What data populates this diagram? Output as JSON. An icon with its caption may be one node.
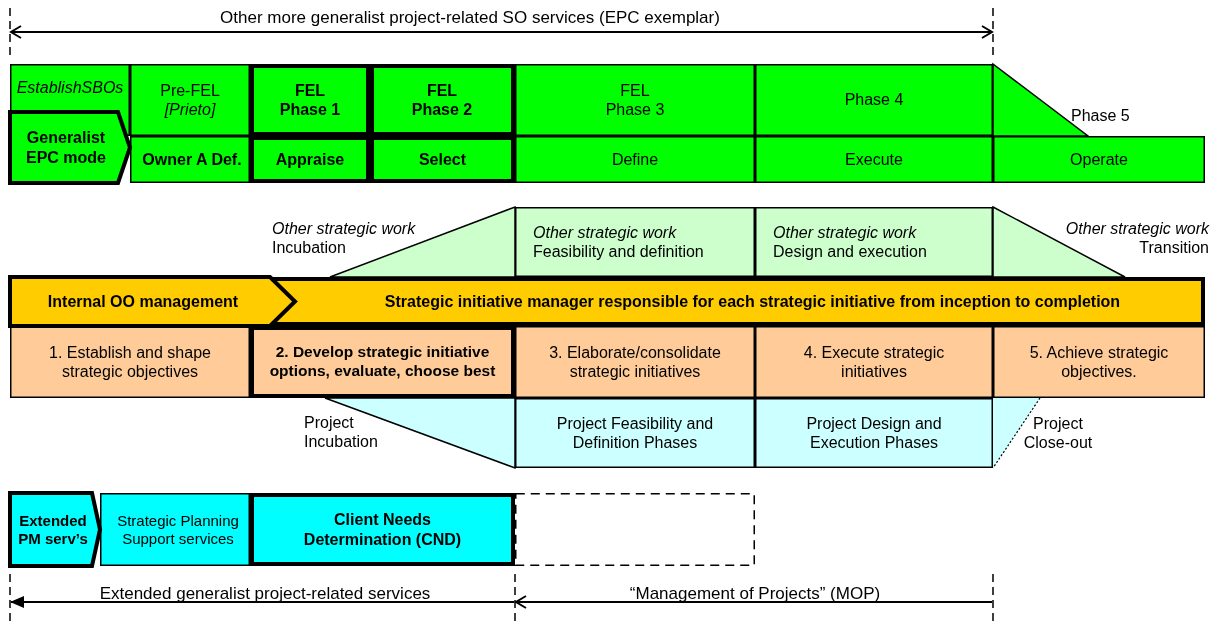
{
  "diagram": {
    "nodes": [
      {
        "text": [
          "EstablishSBOs"
        ]
      },
      {
        "text": [
          "Generalist EPC mode"
        ]
      },
      {
        "text": [
          "Pre-FEL",
          "[Prieto]"
        ]
      },
      {
        "text": [
          "Owner A Def."
        ]
      },
      {
        "text": [
          "FEL Phase 1"
        ]
      },
      {
        "text": [
          "Appraise"
        ]
      },
      {
        "text": [
          "FEL Phase 2"
        ]
      },
      {
        "text": [
          "Select"
        ]
      },
      {
        "text": [
          "FEL Phase 3"
        ]
      },
      {
        "text": [
          "Define"
        ]
      },
      {
        "text": [
          "Phase 4"
        ]
      },
      {
        "text": [
          "Execute"
        ]
      },
      {
        "text": [
          "Phase 5"
        ]
      },
      {
        "text": [
          "Operate"
        ]
      },
      {
        "text": [
          "Other strategic work",
          "Incubation"
        ]
      },
      {
        "text": [
          "Other strategic work",
          "Feasibility and definition"
        ]
      },
      {
        "text": [
          "Other strategic work",
          "Design and execution"
        ]
      },
      {
        "text": [
          "Other strategic work",
          "Transition"
        ]
      },
      {
        "text": [
          "Strategic initiative manager responsible for each strategic initiative from inception to completion"
        ]
      },
      {
        "text": [
          "Internal OO management"
        ],
        "in": 18
      },
      {
        "text": [
          "1. Establish and shape strategic objectives"
        ]
      },
      {
        "text": [
          "2. Develop strategic initiative options, evaluate, choose best"
        ]
      },
      {
        "text": [
          "3. Elaborate/consolidate strategic initiatives"
        ]
      },
      {
        "text": [
          "4. Execute strategic initiatives"
        ]
      },
      {
        "text": [
          "5. Achieve strategic objectives."
        ]
      },
      {
        "text": [
          "Project Incubation"
        ]
      },
      {
        "text": [
          "Project Feasibility and Definition Phases"
        ]
      },
      {
        "text": [
          "Project Design and Execution Phases"
        ]
      },
      {
        "text": [
          "Project Close-out"
        ]
      },
      {
        "text": [
          "Extended PM serv’s"
        ]
      },
      {
        "text": [
          "Strategic Planning Support services"
        ]
      },
      {
        "text": [
          "Client Needs Determination (CND)"
        ]
      },
      {
        "text": [],
        "shape": "box"
      }
    ],
    "labels": [
      "Other more generalist project-related SO services (EPC exemplar)",
      "Extended generalist project-related services",
      "“Management of Projects” (MOP)"
    ]
  }
}
